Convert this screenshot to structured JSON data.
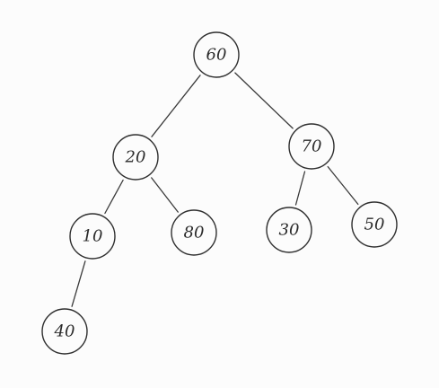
{
  "tree": {
    "nodes": [
      {
        "id": "n60",
        "label": "60"
      },
      {
        "id": "n20",
        "label": "20"
      },
      {
        "id": "n70",
        "label": "70"
      },
      {
        "id": "n10",
        "label": "10"
      },
      {
        "id": "n80",
        "label": "80"
      },
      {
        "id": "n30",
        "label": "30"
      },
      {
        "id": "n50",
        "label": "50"
      },
      {
        "id": "n40",
        "label": "40"
      }
    ],
    "edges": [
      {
        "from": "n60",
        "to": "n20"
      },
      {
        "from": "n60",
        "to": "n70"
      },
      {
        "from": "n20",
        "to": "n10"
      },
      {
        "from": "n20",
        "to": "n80"
      },
      {
        "from": "n70",
        "to": "n30"
      },
      {
        "from": "n70",
        "to": "n50"
      },
      {
        "from": "n10",
        "to": "n40"
      }
    ],
    "colors": {
      "background": "#fcfcfc",
      "stroke": "#2f2f2f",
      "text": "#2a2a2a"
    }
  }
}
